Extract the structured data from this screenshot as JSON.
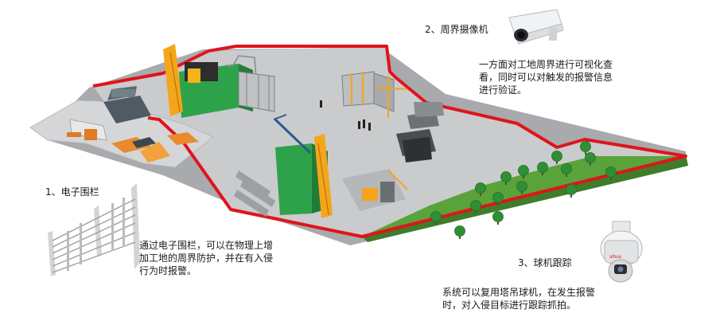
{
  "sections": [
    {
      "title": "1、电子围栏",
      "description": "通过电子围栏，可以在物理上增\n加工地的周界防护，并在有入侵\n行为时报警。",
      "icon": "electric-fence-icon"
    },
    {
      "title": "2、周界摄像机",
      "description": "一方面对工地周界进行可视化查\n看，同时可以对触发的报警信息\n进行验证。",
      "icon": "bullet-camera-icon"
    },
    {
      "title": "3、球机跟踪",
      "description": "系统可以复用塔吊球机，在发生报警\n时，对入侵目标进行跟踪抓拍。",
      "icon": "dome-camera-icon"
    }
  ],
  "colors": {
    "perimeter": "#e0141c",
    "ground": "#c9cbcd",
    "grass": "#5aa33a",
    "scaffold": "#f3a51b",
    "building": "#2ea24a",
    "tree": "#2f8f34"
  },
  "brand": "alhua"
}
